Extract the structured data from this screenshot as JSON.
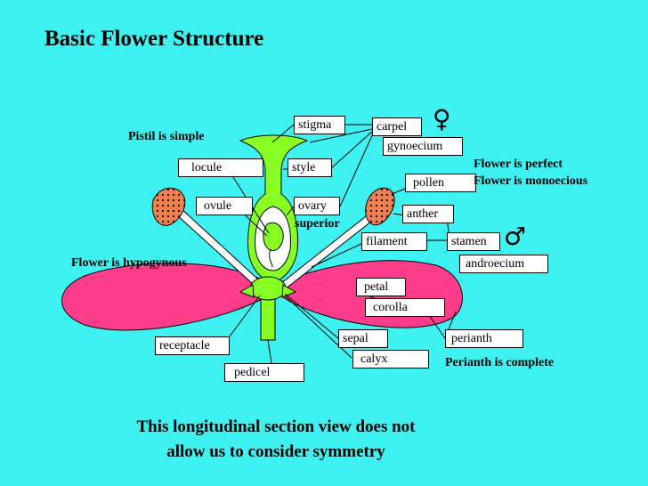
{
  "title": "Basic Flower Structure",
  "labels": {
    "stigma": "stigma",
    "carpel": "carpel",
    "gynoecium": "gynoecium",
    "locule": "locule",
    "style": "style",
    "ovule": "ovule",
    "ovary": "ovary",
    "pollen": "pollen",
    "anther": "anther",
    "filament": "filament",
    "stamen": "stamen",
    "androecium": "androecium",
    "petal": "petal",
    "corolla": "corolla",
    "sepal": "sepal",
    "calyx": "calyx",
    "perianth": "perianth",
    "receptacle": "receptacle",
    "pedicel": "pedicel"
  },
  "notes": {
    "pistil": "Pistil is simple",
    "superior": "superior",
    "perfect": "Flower is perfect",
    "monoecious": "Flower is monoecious",
    "hypogynous": "Flower is hypogynous",
    "perianth_complete": "Perianth is complete"
  },
  "symbols": {
    "female": "♀",
    "male": "♂"
  },
  "caption": {
    "line1": "This longitudinal section view does not",
    "line2": "allow us to consider symmetry"
  },
  "colors": {
    "background": "#3ff2f2",
    "petal": "#ff3d8b",
    "green": "#88ff22",
    "anther": "#f08050"
  }
}
